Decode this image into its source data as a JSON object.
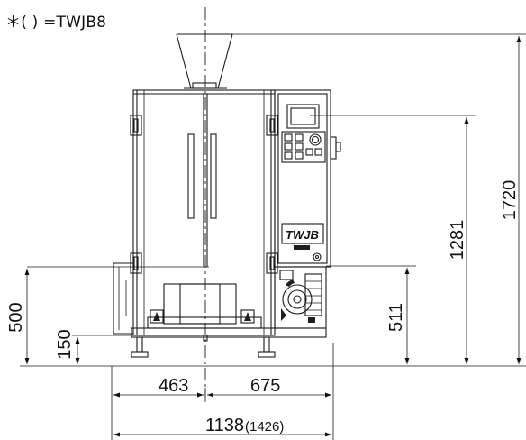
{
  "note": "＊( ) =TWJB8",
  "logo_text": "TWJB",
  "dimensions": {
    "width_left": "463",
    "width_right": "675",
    "width_total": "1138",
    "width_total_alt": "(1426)",
    "height_total": "1720",
    "height_panel": "1281",
    "height_outlet": "511",
    "height_inlet": "500",
    "height_bottom": "150"
  }
}
